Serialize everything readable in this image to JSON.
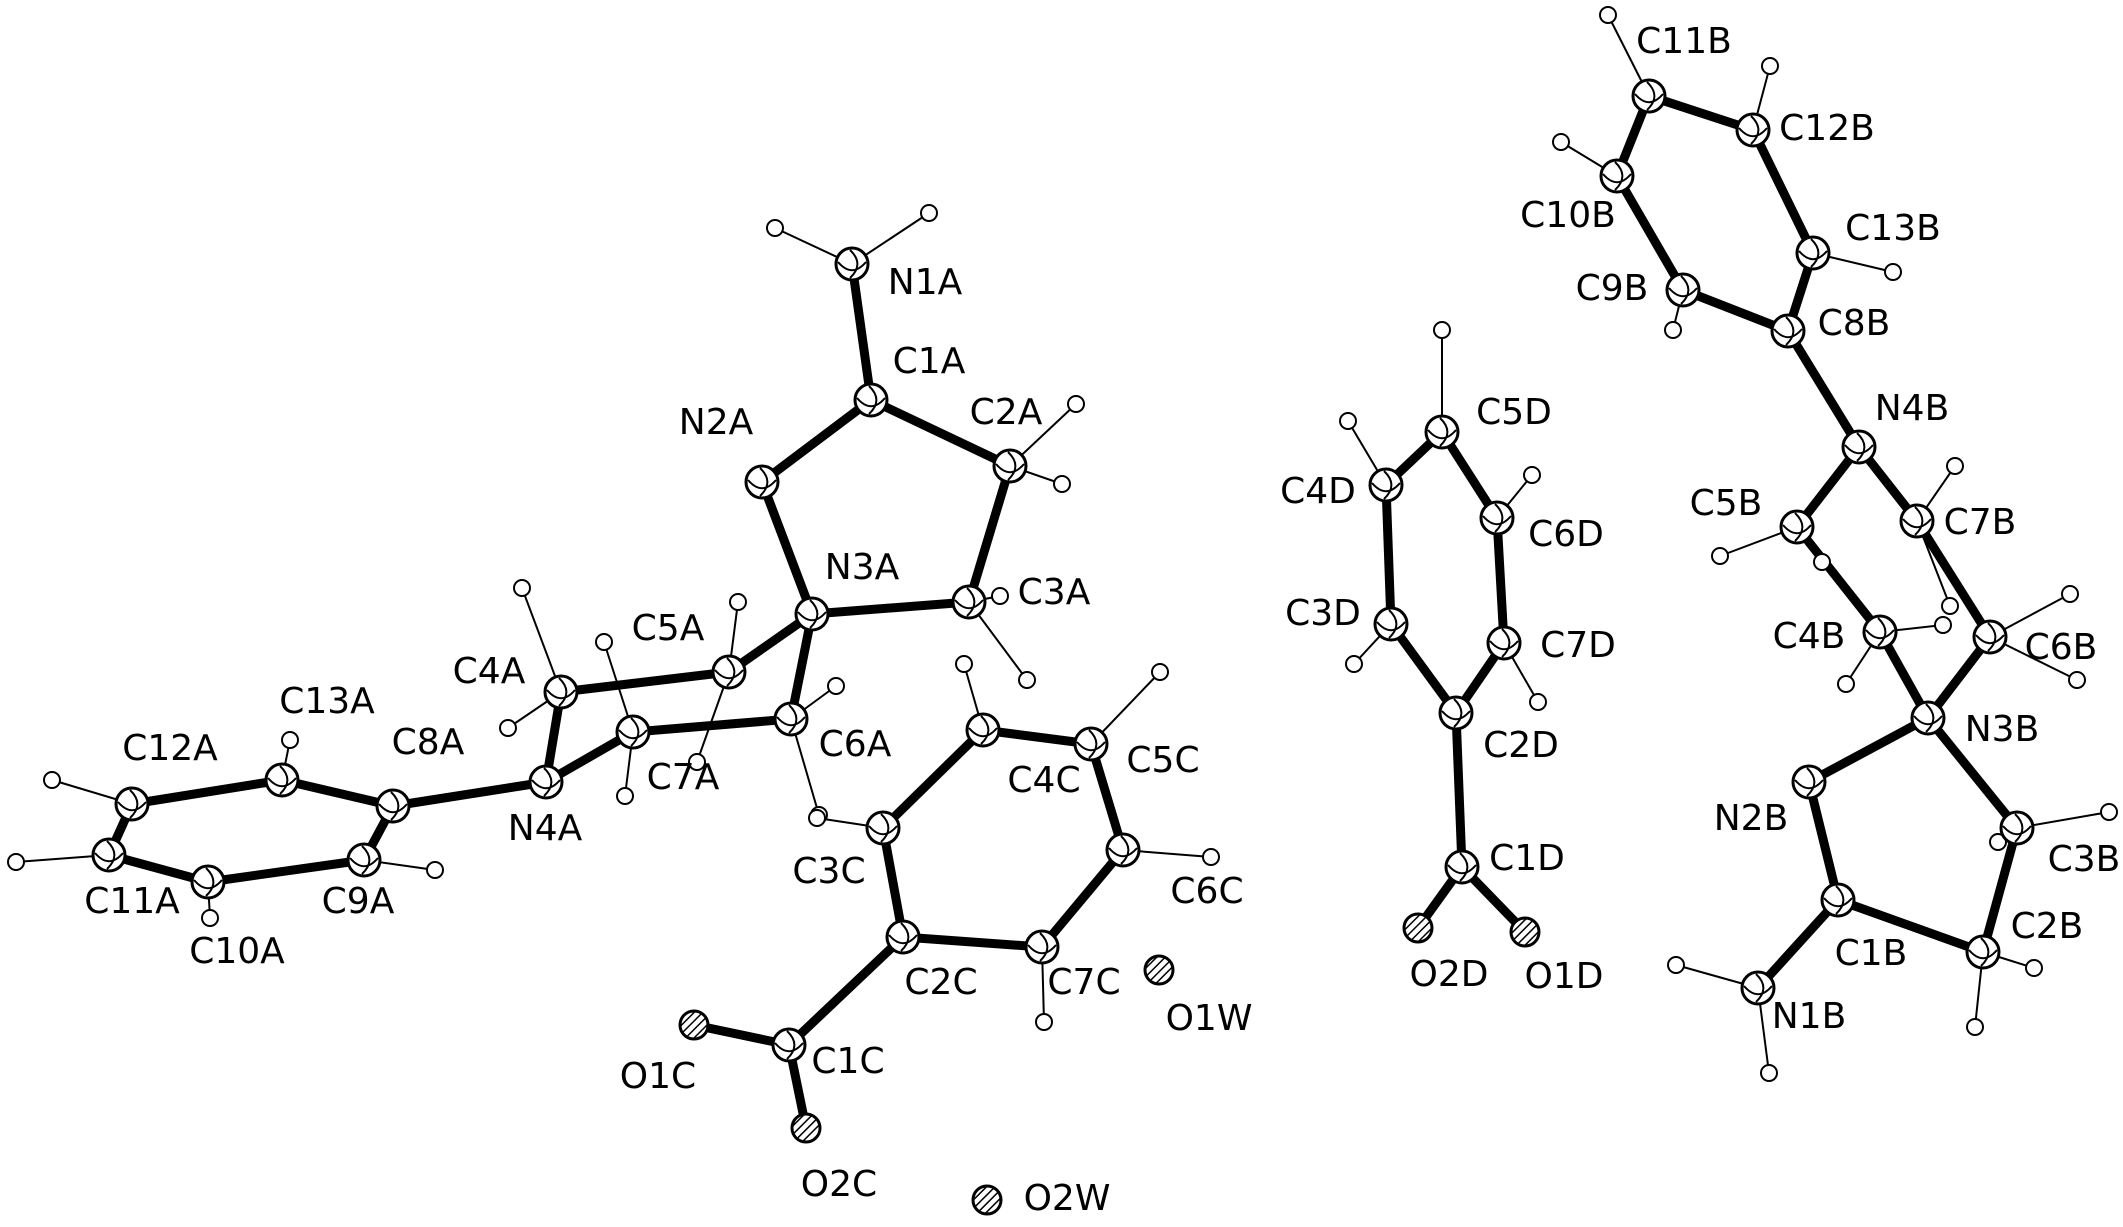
{
  "figure": {
    "labels": [
      "N1A",
      "C1A",
      "N2A",
      "C2A",
      "N3A",
      "C3A",
      "C5A",
      "C4A",
      "C13A",
      "C12A",
      "C8A",
      "C7A",
      "C6A",
      "N4A",
      "C11A",
      "C10A",
      "C9A",
      "C3C",
      "C4C",
      "C5C",
      "C6C",
      "C2C",
      "C7C",
      "O1W",
      "O1C",
      "C1C",
      "O2C",
      "O2W",
      "C5D",
      "C4D",
      "C6D",
      "C3D",
      "C7D",
      "C2D",
      "C1D",
      "O2D",
      "O1D",
      "C11B",
      "C12B",
      "C10B",
      "C13B",
      "C9B",
      "C8B",
      "N4B",
      "C5B",
      "C7B",
      "C4B",
      "C6B",
      "N3B",
      "N2B",
      "C3B",
      "C1B",
      "C2B",
      "N1B"
    ]
  }
}
